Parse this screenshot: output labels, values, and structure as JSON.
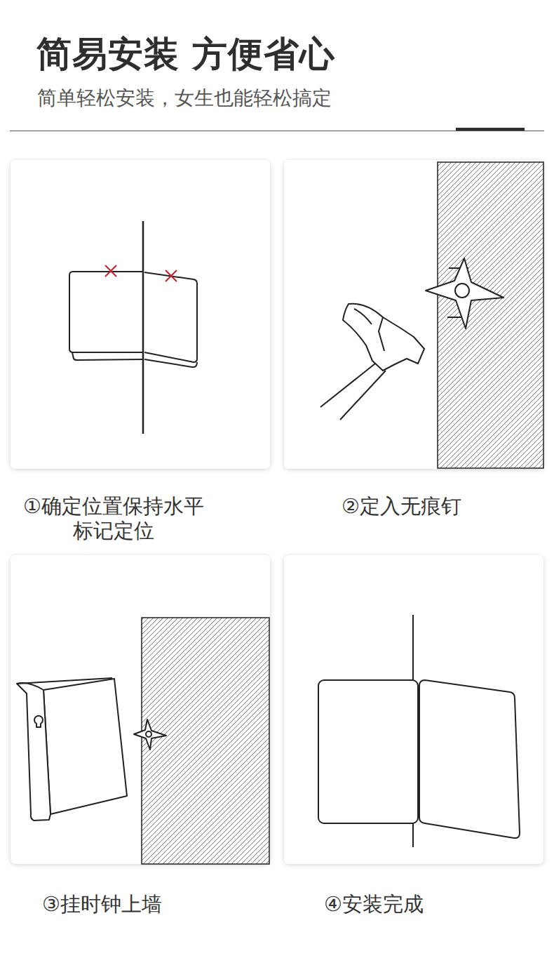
{
  "diagram": {
    "title": "简易安装 方便省心",
    "nodes": [
      {
        "text": [
          "①确定位置保持水平 标记定位"
        ]
      },
      {
        "text": [
          "②定入无痕钉"
        ]
      },
      {
        "text": [
          "③挂时钟上墙"
        ]
      },
      {
        "text": [
          "④安装完成"
        ]
      }
    ],
    "labels": [
      "简单轻松安装，女生也能轻松搞定"
    ]
  }
}
